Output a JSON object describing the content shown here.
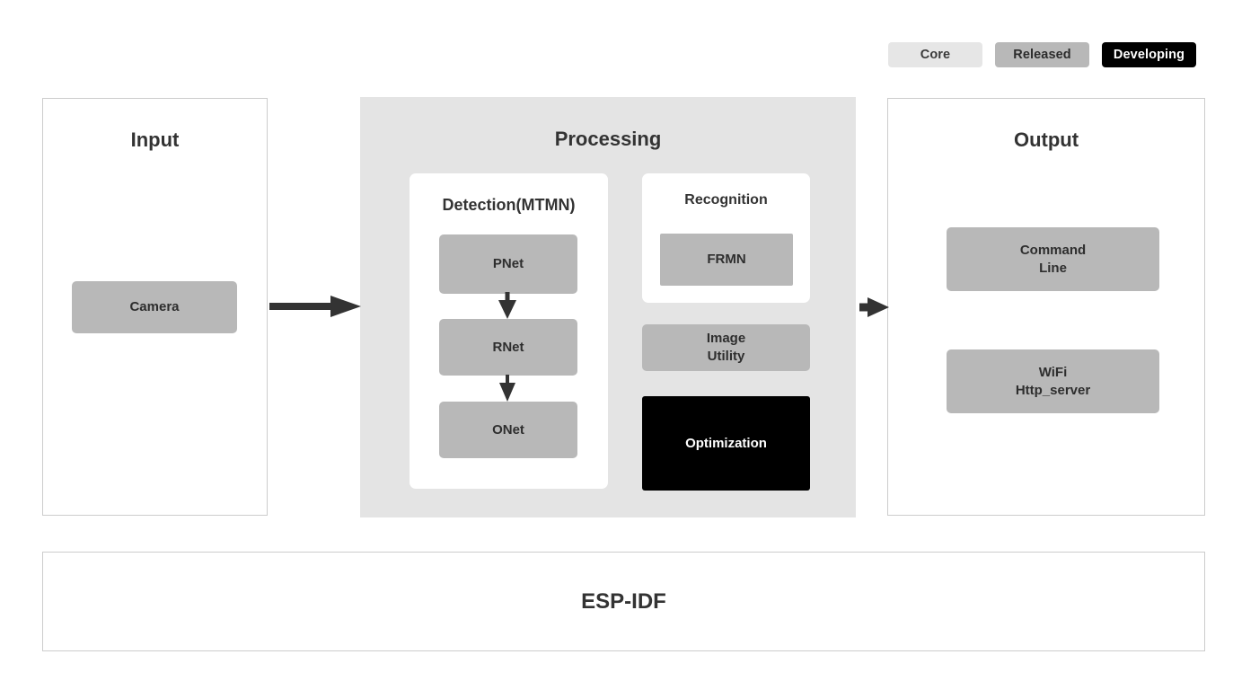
{
  "legend": {
    "items": [
      {
        "label": "Core",
        "color": "#e6e6e6",
        "name": "legend-core"
      },
      {
        "label": "Released",
        "color": "#b8b8b8",
        "name": "legend-released"
      },
      {
        "label": "Developing",
        "color": "#000000",
        "name": "legend-developing"
      }
    ]
  },
  "panels": {
    "input": {
      "title": "Input",
      "nodes": [
        {
          "label": "Camera",
          "status": "Released"
        }
      ]
    },
    "processing": {
      "title": "Processing",
      "detection": {
        "title": "Detection(MTMN)",
        "nodes": [
          {
            "label": "PNet",
            "status": "Released"
          },
          {
            "label": "RNet",
            "status": "Released"
          },
          {
            "label": "ONet",
            "status": "Released"
          }
        ]
      },
      "recognition": {
        "title": "Recognition",
        "nodes": [
          {
            "label": "FRMN",
            "status": "Released"
          }
        ]
      },
      "image_utility": {
        "label_line1": "Image",
        "label_line2": "Utility",
        "status": "Released"
      },
      "optimization": {
        "label": "Optimization",
        "status": "Developing"
      }
    },
    "output": {
      "title": "Output",
      "nodes": [
        {
          "label_line1": "Command",
          "label_line2": "Line",
          "status": "Released"
        },
        {
          "label_line1": "WiFi",
          "label_line2": "Http_server",
          "status": "Released"
        }
      ]
    },
    "foundation": {
      "title": "ESP-IDF"
    }
  },
  "arrows": [
    {
      "name": "arrow-input-to-processing",
      "direction": "right"
    },
    {
      "name": "arrow-processing-to-output",
      "direction": "right"
    },
    {
      "name": "arrow-pnet-to-rnet",
      "direction": "down"
    },
    {
      "name": "arrow-rnet-to-onet",
      "direction": "down"
    }
  ],
  "colors": {
    "core": "#e6e6e6",
    "released": "#b8b8b8",
    "developing": "#000000",
    "panel_bg": "#e4e4e4",
    "panel_border": "#cccccc",
    "text_dark": "#333333"
  }
}
